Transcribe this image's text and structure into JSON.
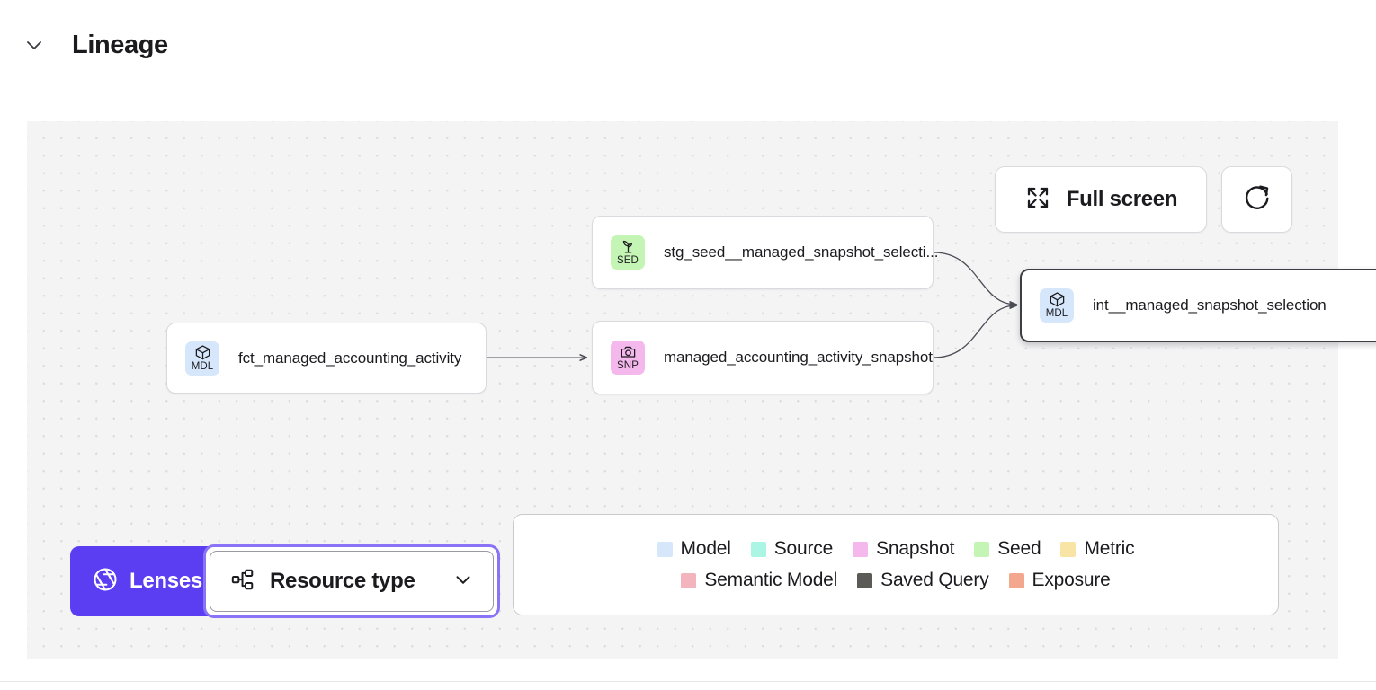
{
  "header": {
    "title": "Lineage",
    "collapse_icon": "chevron-down-icon"
  },
  "canvas": {
    "background_color": "#f4f4f5",
    "dot_color": "#dcdcdf",
    "nodes": [
      {
        "id": "fct_managed_accounting_activity",
        "label": "fct_managed_accounting_activity",
        "resource_type": "Model",
        "badge_abbr": "MDL",
        "badge_icon": "cube-icon",
        "badge_color": "#d6e6fb",
        "selected": false
      },
      {
        "id": "stg_seed__managed_snapshot_selection",
        "label": "stg_seed__managed_snapshot_selecti...",
        "resource_type": "Seed",
        "badge_abbr": "SED",
        "badge_icon": "sprout-icon",
        "badge_color": "#c5f5b4",
        "selected": false
      },
      {
        "id": "managed_accounting_activity_snapshot",
        "label": "managed_accounting_activity_snapshot",
        "resource_type": "Snapshot",
        "badge_abbr": "SNP",
        "badge_icon": "camera-icon",
        "badge_color": "#f4b8ec",
        "selected": false
      },
      {
        "id": "int__managed_snapshot_selection",
        "label": "int__managed_snapshot_selection",
        "resource_type": "Model",
        "badge_abbr": "MDL",
        "badge_icon": "cube-icon",
        "badge_color": "#d6e6fb",
        "selected": true
      }
    ],
    "edges": [
      {
        "from": "fct_managed_accounting_activity",
        "to": "managed_accounting_activity_snapshot"
      },
      {
        "from": "stg_seed__managed_snapshot_selection",
        "to": "int__managed_snapshot_selection"
      },
      {
        "from": "managed_accounting_activity_snapshot",
        "to": "int__managed_snapshot_selection"
      }
    ]
  },
  "toolbar": {
    "fullscreen_label": "Full screen",
    "fullscreen_icon": "expand-icon",
    "refresh_icon": "refresh-icon"
  },
  "controls": {
    "lenses_label": "Lenses",
    "lenses_icon": "aperture-icon",
    "lenses_color": "#5b3df2",
    "resource_type_label": "Resource type",
    "resource_type_icon": "hierarchy-icon",
    "resource_type_chevron": "chevron-down-icon",
    "focus_ring_color": "#8b73f7"
  },
  "legend": {
    "row1": [
      {
        "label": "Model",
        "color": "#d6e6fb"
      },
      {
        "label": "Source",
        "color": "#aaf5e4"
      },
      {
        "label": "Snapshot",
        "color": "#f4b8ec"
      },
      {
        "label": "Seed",
        "color": "#c5f5b4"
      },
      {
        "label": "Metric",
        "color": "#f8e4a4"
      }
    ],
    "row2": [
      {
        "label": "Semantic Model",
        "color": "#f3b4bd"
      },
      {
        "label": "Saved Query",
        "color": "#5c5a57"
      },
      {
        "label": "Exposure",
        "color": "#f3a78f"
      }
    ]
  }
}
